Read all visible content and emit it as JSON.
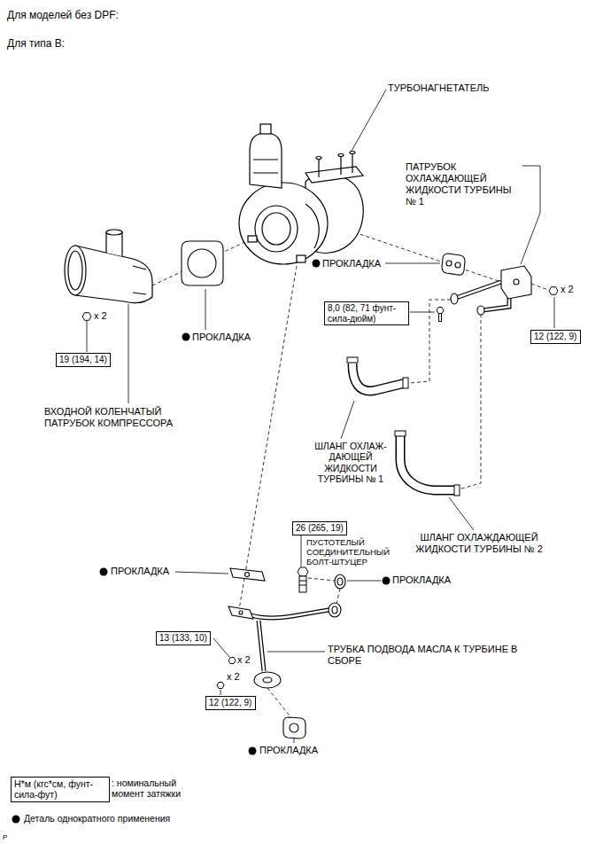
{
  "diagram": {
    "title": "Для моделей без DPF:",
    "nodes": [
      {
        "text": [
          "8,0 (82, 71 фунт-сила-дюйм)"
        ]
      },
      {
        "text": [
          "12 (122, 9)"
        ]
      },
      {
        "text": [
          "19 (194, 14)"
        ]
      },
      {
        "text": [
          "26 (265, 19)"
        ]
      },
      {
        "text": [
          "13 (133, 10)"
        ]
      },
      {
        "text": [
          "12 (122, 9)"
        ]
      },
      {
        "text": [
          "Н*м (кгс*см, фунт-сила-фут)"
        ]
      }
    ],
    "labels": [
      "Для типа B:",
      "ТУРБОНАГНЕТАТЕЛЬ",
      "ПАТРУБОК ОХЛАЖДАЮЩЕЙ ЖИДКОСТИ ТУРБИНЫ № 1",
      "ПРОКЛАДКА",
      "x 2",
      "x 2",
      "ПРОКЛАДКА",
      "ВХОДНОЙ КОЛЕНЧАТЫЙ ПАТРУБОК КОМПРЕССОРА",
      "ШЛАНГ ОХЛАЖ- ДАЮЩЕЙ ЖИДКОСТИ ТУРБИНЫ № 1",
      "ШЛАНГ ОХЛАЖДАЮЩЕЙ ЖИДКОСТИ ТУРБИНЫ № 2",
      "ПУСТОТЕЛЫЙ СОЕДИНИТЕЛЬНЫЙ БОЛТ-ШТУЦЕР",
      "ПРОКЛАДКА",
      "ПРОКЛАДКА",
      "ТРУБКА ПОДВОДА МАСЛА К ТУРБИНЕ В СБОРЕ",
      "x 2",
      "x 2",
      "ПРОКЛАДКА",
      "P"
    ],
    "legend": [
      {
        "text": ": номинальный момент затяжки"
      },
      {
        "text": "Деталь однократного применения"
      }
    ]
  }
}
